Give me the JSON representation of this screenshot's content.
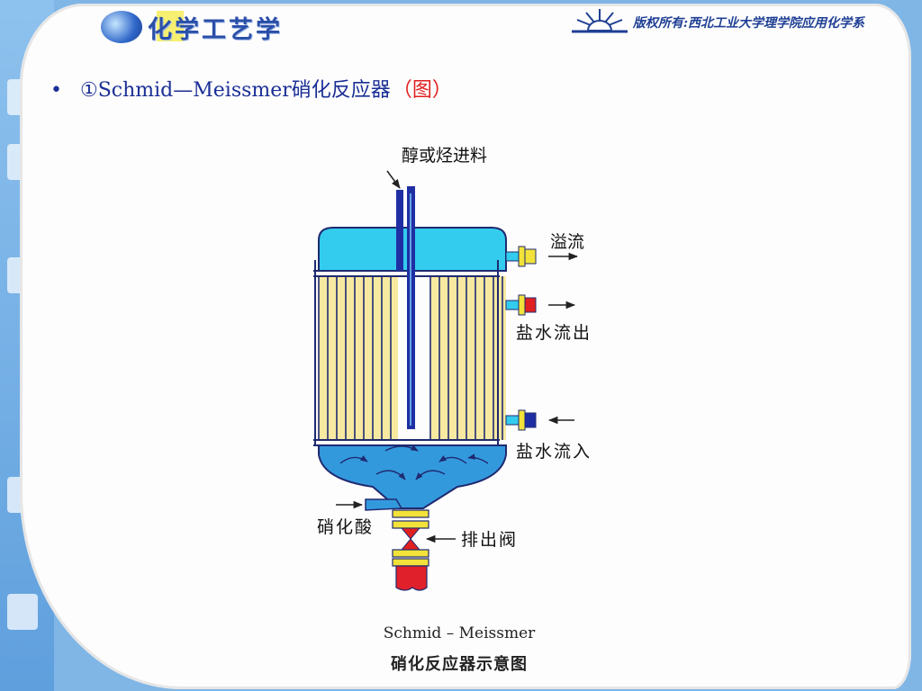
{
  "header": {
    "logo_text": "化学工艺学",
    "copyright": "版权所有:西北工业大学理学院应用化学系"
  },
  "bullet": {
    "symbol": "•",
    "text": "①Schmid—Meissmer硝化反应器",
    "link": "（图）"
  },
  "diagram": {
    "labels": {
      "feed": "醇或烃进料",
      "overflow": "溢流",
      "brine_out": "盐水流出",
      "brine_in": "盐水流入",
      "nitric_acid": "硝化酸",
      "discharge_valve": "排出阀"
    },
    "caption_line1": "Schmid – Meissmer",
    "caption_line2": "硝化反应器示意图",
    "colors": {
      "top_chamber": "#33ccee",
      "bottom_chamber": "#3399dd",
      "tubes": "#f7e9a0",
      "tube_line": "#1f2a70",
      "pipe": "#1f2fa3",
      "flange": "#f2e23a",
      "valve": "#e02020",
      "outlet_pipe": "#e0202a"
    }
  }
}
